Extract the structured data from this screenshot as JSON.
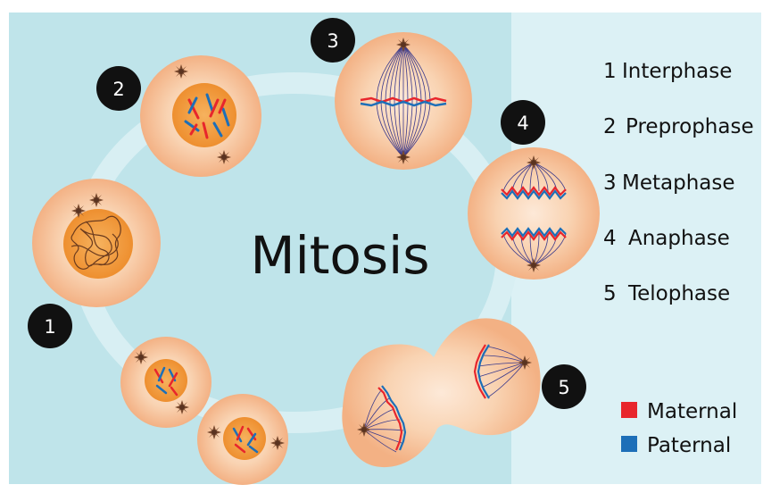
{
  "title": "Mitosis",
  "stages": [
    {
      "number": "1",
      "label": "Interphase"
    },
    {
      "number": "2",
      "label": "Preprophase"
    },
    {
      "number": "3",
      "label": "Metaphase"
    },
    {
      "number": "4",
      "label": "Anaphase"
    },
    {
      "number": "5",
      "label": "Telophase"
    }
  ],
  "legend": [
    {
      "label": "Maternal",
      "color": "#e8262c"
    },
    {
      "label": "Paternal",
      "color": "#1d6fb8"
    }
  ],
  "colors": {
    "left_panel": "#bfe4ea",
    "right_panel": "#dcf1f5",
    "cycle_ring": "#d8eff3",
    "cell_body": "#f7c9a4",
    "nucleus": "#f19a3e",
    "centrosome": "#7a4a2e",
    "spindle": "#3b3a8c",
    "badge": "#111111"
  }
}
